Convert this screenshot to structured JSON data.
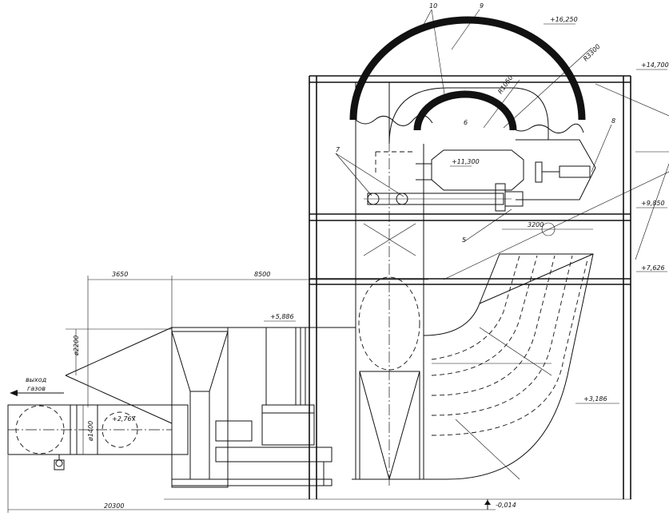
{
  "drawing": {
    "levels": {
      "l1": "+16,250",
      "l2": "+14,700",
      "l3": "+9,850",
      "l4": "+7,626",
      "l5": "+5,886",
      "l6": "+11,300",
      "l7": "+3,186",
      "l8": "-0,014",
      "l9": "+2,767"
    },
    "dimensions": {
      "d1": "3650",
      "d2": "8500",
      "d3": "20300",
      "d4": "3200",
      "d5": "ø2200",
      "d6": "ø1400"
    },
    "radii": {
      "r1": "R3300",
      "r2": "R1050"
    },
    "callouts": {
      "c5": "5",
      "c6": "6",
      "c7": "7",
      "c8": "8",
      "c9": "9",
      "c10": "10"
    },
    "exit_label": {
      "line1": "выход",
      "line2": "газов"
    },
    "colors": {
      "ink": "#111111",
      "paper": "#ffffff"
    }
  }
}
